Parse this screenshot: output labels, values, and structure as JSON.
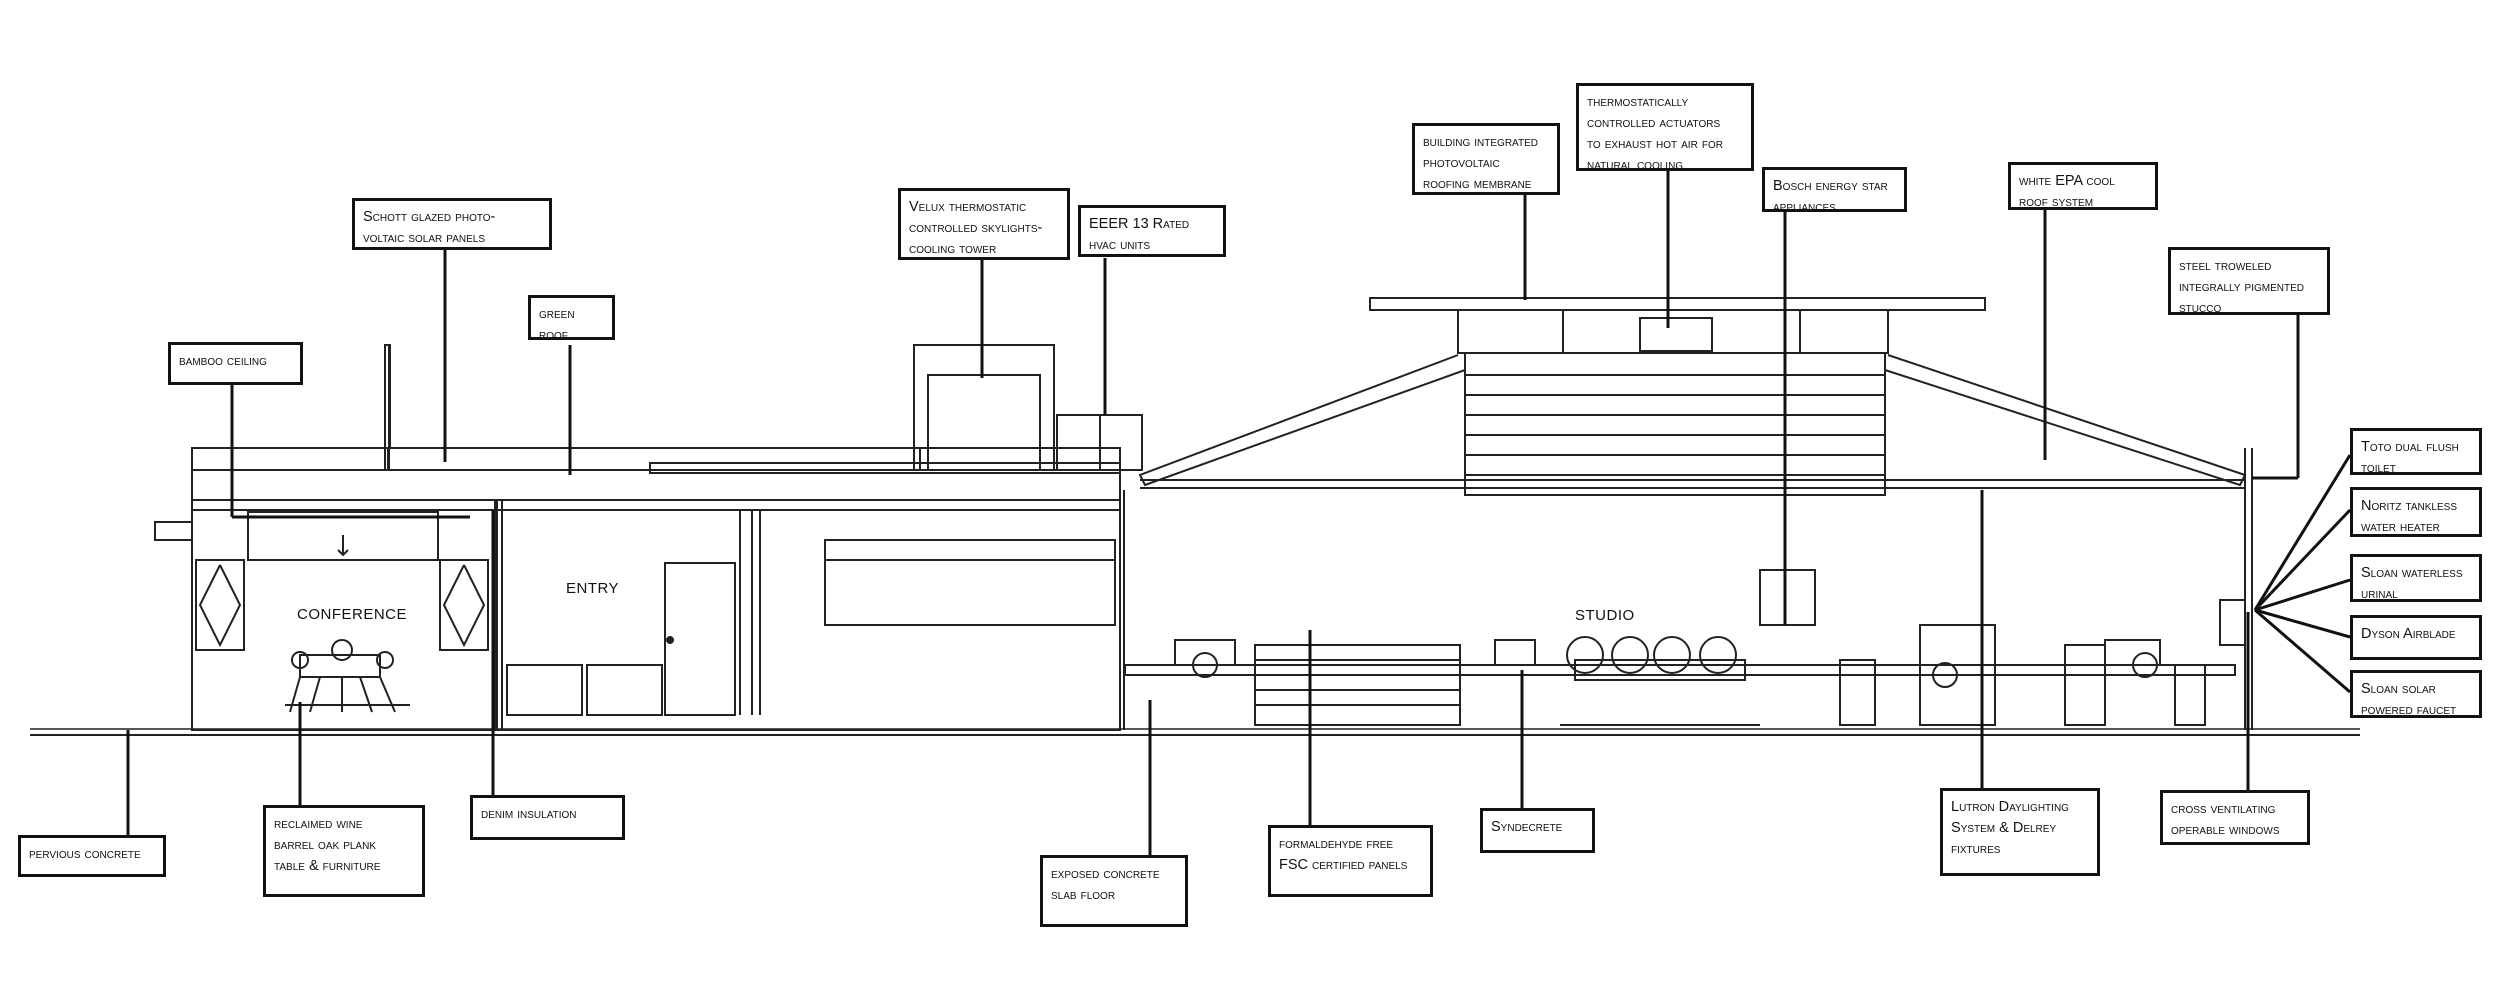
{
  "rooms": {
    "conference": "CONFERENCE",
    "entry": "ENTRY",
    "studio": "STUDIO"
  },
  "callouts": {
    "schott": "Schott glazed photo-\nvoltaic solar panels",
    "green_roof": "green roof",
    "bamboo": "bamboo ceiling",
    "velux": "Velux thermostatic\ncontrolled skylights-\ncooling tower",
    "eeer": "EEER 13 Rated\nhvac units",
    "bipv": "building integrated\nphotovoltaic\nroofing membrane",
    "actuators": "thermostatically\ncontrolled actuators\nto exhaust hot air for\nnatural cooling",
    "bosch": "Bosch energy star\nappliances",
    "epa": "white EPA cool\nroof system",
    "stucco": "steel troweled\nintegrally pigmented\nstucco",
    "toto": "Toto dual flush\ntoilet",
    "noritz": "Noritz tankless\nwater heater",
    "sloan_urinal": "Sloan waterless\nurinal",
    "dyson": "Dyson Airblade",
    "sloan_faucet": "Sloan solar\npowered faucet",
    "pervious": "pervious concrete",
    "reclaimed": "reclaimed wine\nbarrel oak plank\ntable & furniture",
    "denim": "denim insulation",
    "exposed": "exposed concrete\nslab floor",
    "fsc": "formaldehyde free\nFSC certified panels",
    "syndecrete": "Syndecrete",
    "lutron": "Lutron Daylighting\nSystem & Delrey\nfixtures",
    "cross": "cross ventilating\noperable windows"
  }
}
